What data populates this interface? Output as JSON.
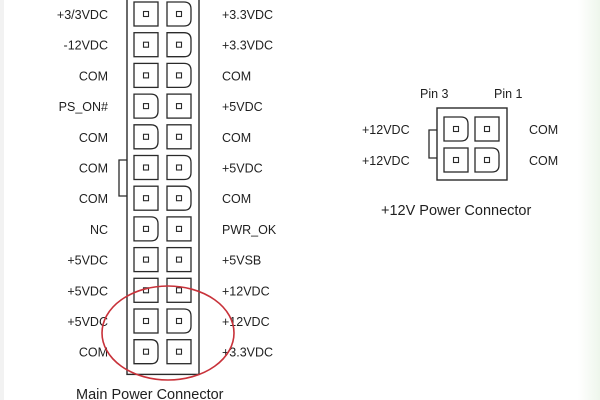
{
  "main_connector": {
    "caption": "Main Power Connector",
    "rows": [
      {
        "left": "+3/3VDC",
        "right": "+3.3VDC",
        "left_pin": "square",
        "right_pin": "rounded"
      },
      {
        "left": "-12VDC",
        "right": "+3.3VDC",
        "left_pin": "square",
        "right_pin": "rounded"
      },
      {
        "left": "COM",
        "right": "COM",
        "left_pin": "square",
        "right_pin": "rounded"
      },
      {
        "left": "PS_ON#",
        "right": "+5VDC",
        "left_pin": "rounded",
        "right_pin": "square"
      },
      {
        "left": "COM",
        "right": "COM",
        "left_pin": "rounded",
        "right_pin": "square"
      },
      {
        "left": "COM",
        "right": "+5VDC",
        "left_pin": "square",
        "right_pin": "rounded"
      },
      {
        "left": "COM",
        "right": "COM",
        "left_pin": "square",
        "right_pin": "rounded"
      },
      {
        "left": "NC",
        "right": "PWR_OK",
        "left_pin": "rounded",
        "right_pin": "square"
      },
      {
        "left": "+5VDC",
        "right": "+5VSB",
        "left_pin": "square",
        "right_pin": "square"
      },
      {
        "left": "+5VDC",
        "right": "+12VDC",
        "left_pin": "square",
        "right_pin": "square"
      },
      {
        "left": "+5VDC",
        "right": "+12VDC",
        "left_pin": "square",
        "right_pin": "rounded"
      },
      {
        "left": "COM",
        "right": "+3.3VDC",
        "left_pin": "rounded",
        "right_pin": "square"
      }
    ]
  },
  "aux_connector": {
    "caption": "+12V Power Connector",
    "pin3_label": "Pin 3",
    "pin1_label": "Pin 1",
    "rows": [
      {
        "left": "+12VDC",
        "right": "COM"
      },
      {
        "left": "+12VDC",
        "right": "COM"
      }
    ]
  },
  "highlight_color": "#c8323a",
  "line_color": "#2a2a2a"
}
